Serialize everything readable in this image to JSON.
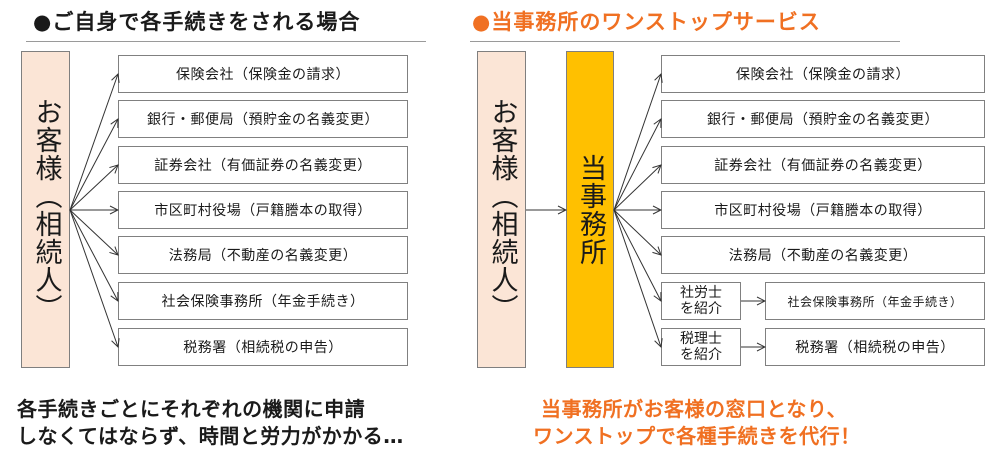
{
  "left": {
    "heading": "●ご自身で各手続きをされる場合",
    "heading_color": "#000000",
    "customer_label": "お客様︵相続人︶",
    "customer_fill": "#fbe5d6",
    "targets": [
      {
        "label": "保険会社（保険金の請求）"
      },
      {
        "label": "銀行・郵便局（預貯金の名義変更）"
      },
      {
        "label": "証券会社（有価証券の名義変更）"
      },
      {
        "label": "市区町村役場（戸籍謄本の取得）"
      },
      {
        "label": "法務局（不動産の名義変更）"
      },
      {
        "label": "社会保険事務所（年金手続き）"
      },
      {
        "label": "税務署（相続税の申告）"
      }
    ],
    "caption_line1": "各手続きごとにそれぞれの機関に申請",
    "caption_line2": "しなくてはならず、時間と労力がかかる…"
  },
  "right": {
    "heading": "●当事務所のワンストップサービス",
    "heading_color": "#f07022",
    "customer_label": "お客様︵相続人︶",
    "customer_fill": "#fbe5d6",
    "office_label": "当事務所",
    "office_fill": "#ffc000",
    "targets": [
      {
        "label": "保険会社（保険金の請求）"
      },
      {
        "label": "銀行・郵便局（預貯金の名義変更）"
      },
      {
        "label": "証券会社（有価証券の名義変更）"
      },
      {
        "label": "市区町村役場（戸籍謄本の取得）"
      },
      {
        "label": "法務局（不動産の名義変更）"
      }
    ],
    "referrals": [
      {
        "intermediary_line1": "社労士",
        "intermediary_line2": "を紹介",
        "label": "社会保険事務所（年金手続き）"
      },
      {
        "intermediary_line1": "税理士",
        "intermediary_line2": "を紹介",
        "label": "税務署（相続税の申告）"
      }
    ],
    "caption_line1": "当事務所がお客様の窓口となり、",
    "caption_line2": "ワンストップで各種手続きを代行！",
    "caption_color": "#f07022"
  }
}
